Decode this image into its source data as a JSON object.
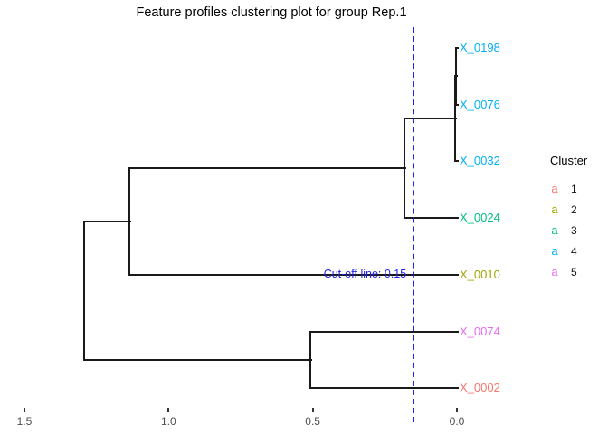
{
  "title": "Feature profiles clustering plot for group Rep.1",
  "cutoff": {
    "label": "Cut-off line: 0.15",
    "value": 0.15,
    "color": "#2121e8"
  },
  "axis": {
    "tick_labels": [
      "1.5",
      "1.0",
      "0.5",
      "0.0"
    ],
    "tick_values": [
      1.5,
      1.0,
      0.5,
      0.0
    ]
  },
  "legend": {
    "title": "Cluster",
    "glyph": "a",
    "items": [
      {
        "label": "1",
        "color": "#F8766D"
      },
      {
        "label": "2",
        "color": "#A3A500"
      },
      {
        "label": "3",
        "color": "#00BF7D"
      },
      {
        "label": "4",
        "color": "#00B0F6"
      },
      {
        "label": "5",
        "color": "#E76BF3"
      }
    ]
  },
  "chart_data": {
    "type": "dendrogram",
    "orientation": "horizontal, leaves on right",
    "title": "Feature profiles clustering plot for group Rep.1",
    "xlabel": "",
    "axis_range": [
      1.5,
      0.0
    ],
    "grid": false,
    "legend_position": "right",
    "cutoff_value": 0.15,
    "line_color": "#1a1a1a",
    "leaves": [
      {
        "name": "X_0198",
        "cluster": 4,
        "color": "#00B0F6"
      },
      {
        "name": "X_0076",
        "cluster": 4,
        "color": "#00B0F6"
      },
      {
        "name": "X_0032",
        "cluster": 4,
        "color": "#00B0F6"
      },
      {
        "name": "X_0024",
        "cluster": 3,
        "color": "#00BF7D"
      },
      {
        "name": "X_0010",
        "cluster": 2,
        "color": "#A3A500"
      },
      {
        "name": "X_0074",
        "cluster": 5,
        "color": "#E76BF3"
      },
      {
        "name": "X_0002",
        "cluster": 1,
        "color": "#F8766D"
      }
    ],
    "merges": [
      {
        "height": 0.004,
        "children": [
          {
            "pos": 0,
            "height": 0
          },
          {
            "pos": 1,
            "height": 0
          }
        ]
      },
      {
        "height": 0.006,
        "children": [
          {
            "pos": 0.5,
            "height": 0.004
          },
          {
            "pos": 2,
            "height": 0
          }
        ]
      },
      {
        "height": 0.182,
        "children": [
          {
            "pos": 1.25,
            "height": 0.006
          },
          {
            "pos": 3,
            "height": 0
          }
        ]
      },
      {
        "height": 1.136,
        "children": [
          {
            "pos": 2.125,
            "height": 0.182
          },
          {
            "pos": 4,
            "height": 0
          }
        ]
      },
      {
        "height": 0.508,
        "children": [
          {
            "pos": 5,
            "height": 0
          },
          {
            "pos": 6,
            "height": 0
          }
        ]
      },
      {
        "height": 1.293,
        "children": [
          {
            "pos": 3.0625,
            "height": 1.136
          },
          {
            "pos": 5.5,
            "height": 0.508
          }
        ]
      }
    ]
  }
}
